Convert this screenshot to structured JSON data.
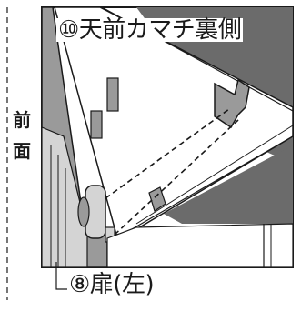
{
  "side_label": {
    "line1": "前",
    "line2": "面"
  },
  "callouts": {
    "top": "⑩天前カマチ裏側",
    "bottom": "⑧扉(左)"
  },
  "colors": {
    "line": "#1a1a1a",
    "dark_fill": "#6b6b6b",
    "mid_fill": "#9a9a9a",
    "light_fill": "#d4d4d4",
    "background": "#ffffff"
  }
}
